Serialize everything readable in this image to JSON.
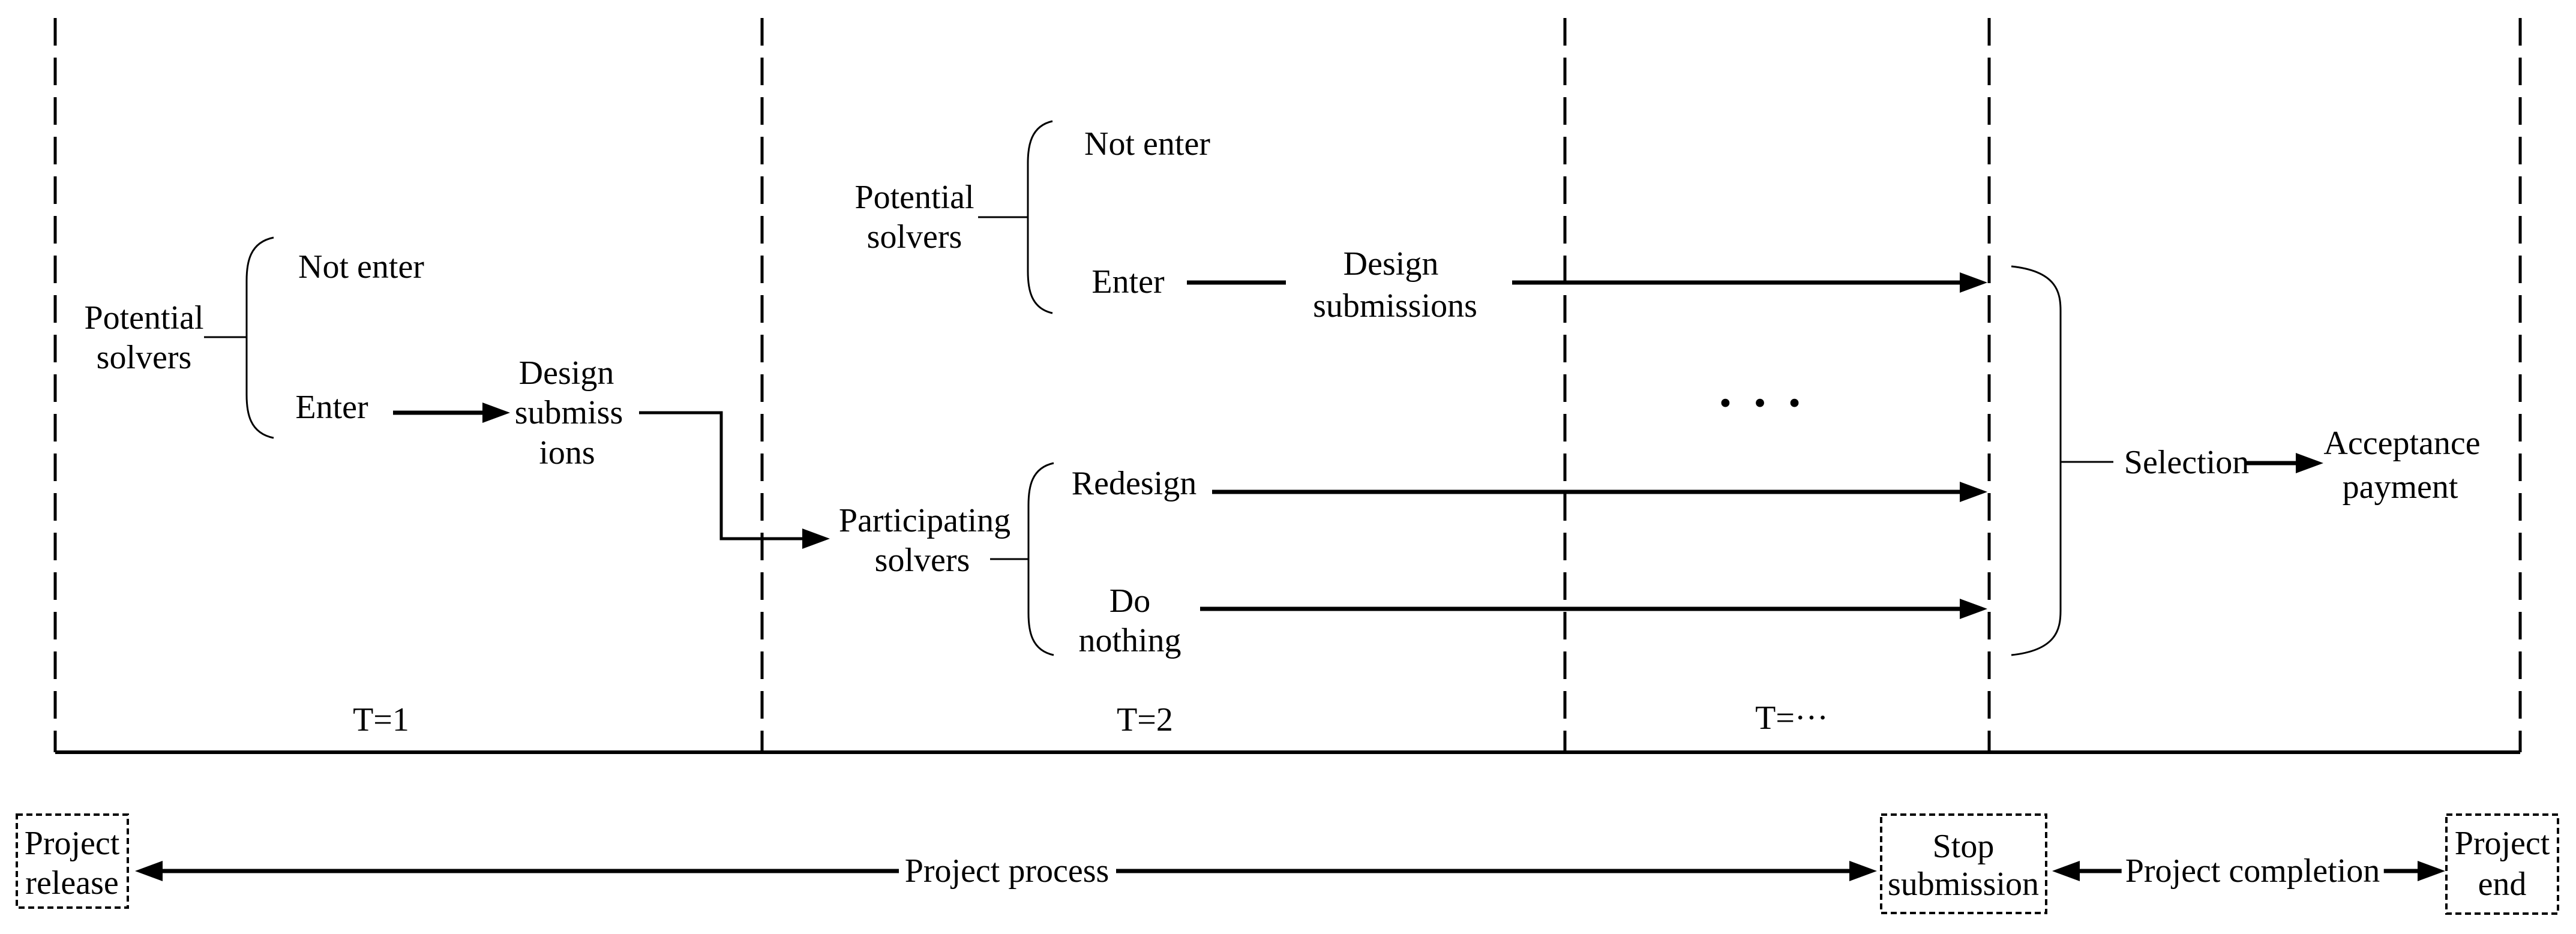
{
  "colors": {
    "ink": "#000000",
    "background": "#ffffff"
  },
  "periods": [
    "T=1",
    "T=2",
    "T=···"
  ],
  "t1": {
    "group_line1": "Potential",
    "group_line2": "solvers",
    "branch_top": "Not enter",
    "branch_bottom": "Enter",
    "outcome_line1": "Design",
    "outcome_line2": "submiss",
    "outcome_line3": "ions"
  },
  "t2": {
    "group_line1": "Potential",
    "group_line2": "solvers",
    "branch_top": "Not enter",
    "branch_bottom": "Enter",
    "outcome_line1": "Design",
    "outcome_line2": "submissions"
  },
  "participating": {
    "line1": "Participating",
    "line2": "solvers",
    "branch_top": "Redesign",
    "branch_bottom_line1": "Do",
    "branch_bottom_line2": "nothing"
  },
  "ellipsis": "· · ·",
  "selection": {
    "label": "Selection",
    "outcome_line1": "Acceptance",
    "outcome_line2": "payment"
  },
  "timeline": {
    "release_line1": "Project",
    "release_line2": "release",
    "process_label": "Project process",
    "stop_line1": "Stop",
    "stop_line2": "submission",
    "completion_label": "Project completion",
    "end_line1": "Project",
    "end_line2": "end"
  }
}
